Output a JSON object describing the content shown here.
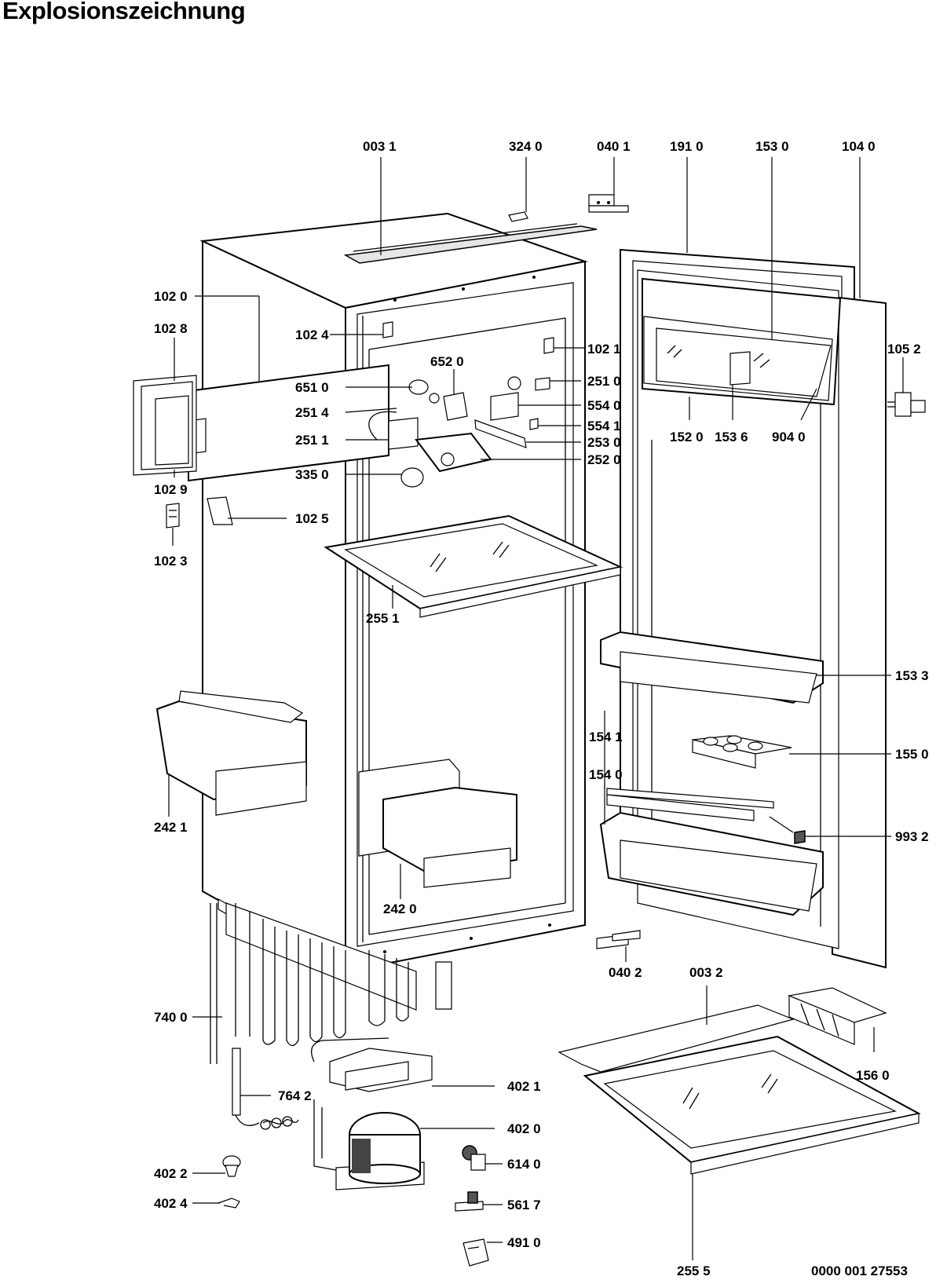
{
  "title": "Explosionszeichnung",
  "drawing_number": "0000 001 27553",
  "part_labels": [
    "003 1",
    "324 0",
    "040 1",
    "191 0",
    "153 0",
    "104 0",
    "102 0",
    "102 8",
    "102 4",
    "102 1",
    "105 2",
    "652 0",
    "651 0",
    "251 0",
    "251 4",
    "554 0",
    "554 1",
    "251 1",
    "253 0",
    "152 0",
    "153 6",
    "904 0",
    "335 0",
    "252 0",
    "102 9",
    "102 5",
    "102 3",
    "255 1",
    "153 3",
    "154 1",
    "155 0",
    "154 0",
    "993 2",
    "242 1",
    "242 0",
    "040 2",
    "003 2",
    "740 0",
    "156 0",
    "764 2",
    "402 1",
    "402 0",
    "614 0",
    "402 2",
    "402 4",
    "561 7",
    "491 0",
    "255 5"
  ]
}
